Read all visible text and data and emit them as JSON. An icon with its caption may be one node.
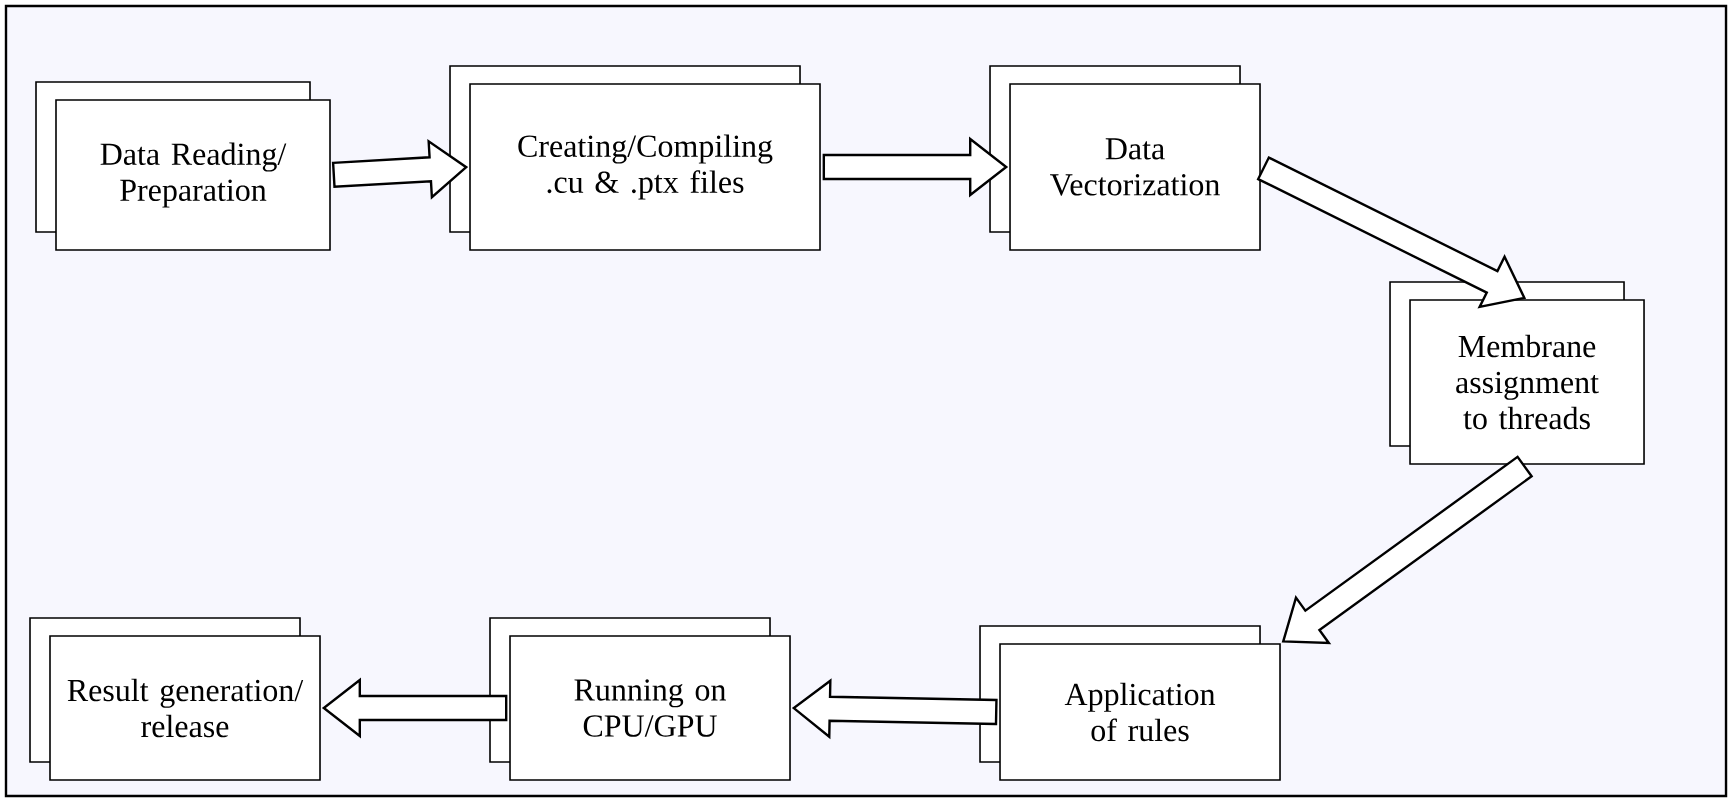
{
  "diagram": {
    "nodes": [
      {
        "text": [
          "Data Reading/ Preparation"
        ]
      },
      {
        "text": [
          "Creating/Compiling .cu & .ptx files"
        ]
      },
      {
        "text": [
          "Data Vectorization"
        ]
      },
      {
        "text": [
          "Membrane assignment to threads"
        ]
      },
      {
        "text": [
          "Application of rules"
        ]
      },
      {
        "text": [
          "Running on CPU/GPU"
        ]
      },
      {
        "text": [
          "Result generation/ release"
        ]
      }
    ],
    "edges": [
      {
        "from": 0,
        "to": 1,
        "arrow": "to"
      },
      {
        "from": 1,
        "to": 2,
        "arrow": "to"
      },
      {
        "from": 2,
        "to": 3,
        "arrow": "to"
      },
      {
        "from": 3,
        "to": 4,
        "arrow": "to"
      },
      {
        "from": 4,
        "to": 5,
        "arrow": "to"
      },
      {
        "from": 5,
        "to": 6,
        "arrow": "to"
      }
    ]
  }
}
